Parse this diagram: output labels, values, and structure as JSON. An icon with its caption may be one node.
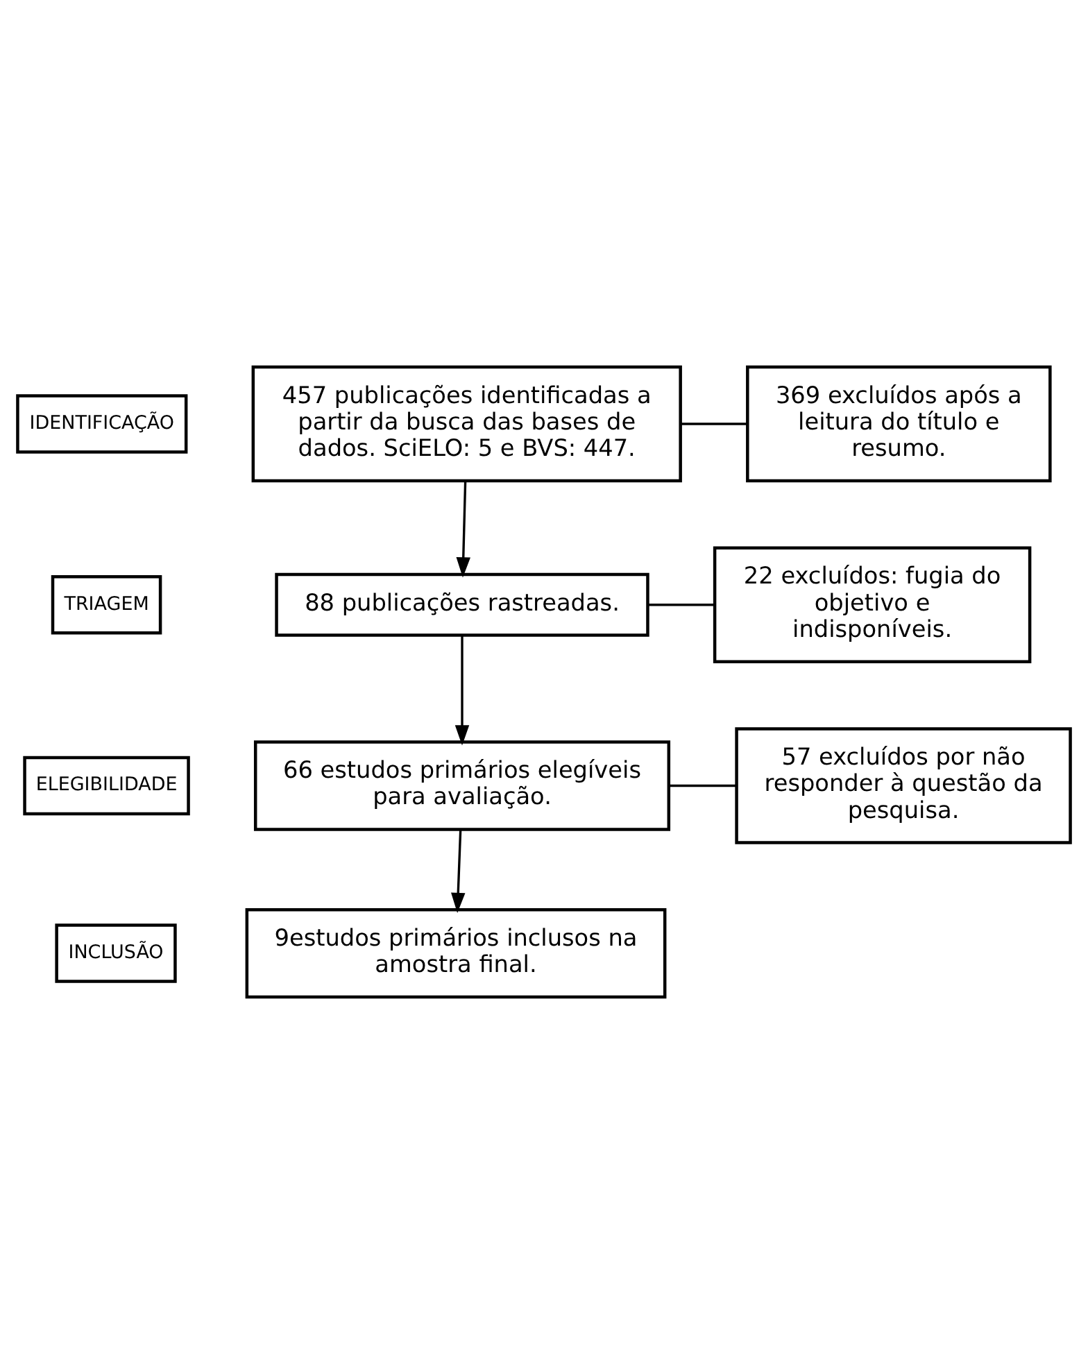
{
  "diagram": {
    "nodes": [
      {
        "text": [
          "IDENTIFICAÇÃO"
        ]
      },
      {
        "text": [
          "457 publicações identificadas a partir da busca das bases de dados. SciELO: 5 e BVS: 447."
        ]
      },
      {
        "text": [
          "369 excluídos após a leitura do título e resumo."
        ]
      },
      {
        "text": [
          "TRIAGEM"
        ]
      },
      {
        "text": [
          "88 publicações rastreadas."
        ]
      },
      {
        "text": [
          "22 excluídos: fugia do objetivo e indisponíveis."
        ]
      },
      {
        "text": [
          "ELEGIBILIDADE"
        ]
      },
      {
        "text": [
          "66 estudos primários elegíveis para avaliação."
        ]
      },
      {
        "text": [
          "57 excluídos por não responder à questão da pesquisa."
        ]
      },
      {
        "text": [
          "INCLUSÃO"
        ]
      },
      {
        "text": [
          "9estudos primários inclusos na amostra final."
        ]
      }
    ],
    "edges": [
      {
        "from": 1,
        "to": 2,
        "arrow": "none"
      },
      {
        "from": 1,
        "to": 4,
        "arrow": "to"
      },
      {
        "from": 4,
        "to": 5,
        "arrow": "none"
      },
      {
        "from": 4,
        "to": 7,
        "arrow": "to"
      },
      {
        "from": 7,
        "to": 8,
        "arrow": "none"
      },
      {
        "from": 7,
        "to": 10,
        "arrow": "to"
      }
    ]
  }
}
